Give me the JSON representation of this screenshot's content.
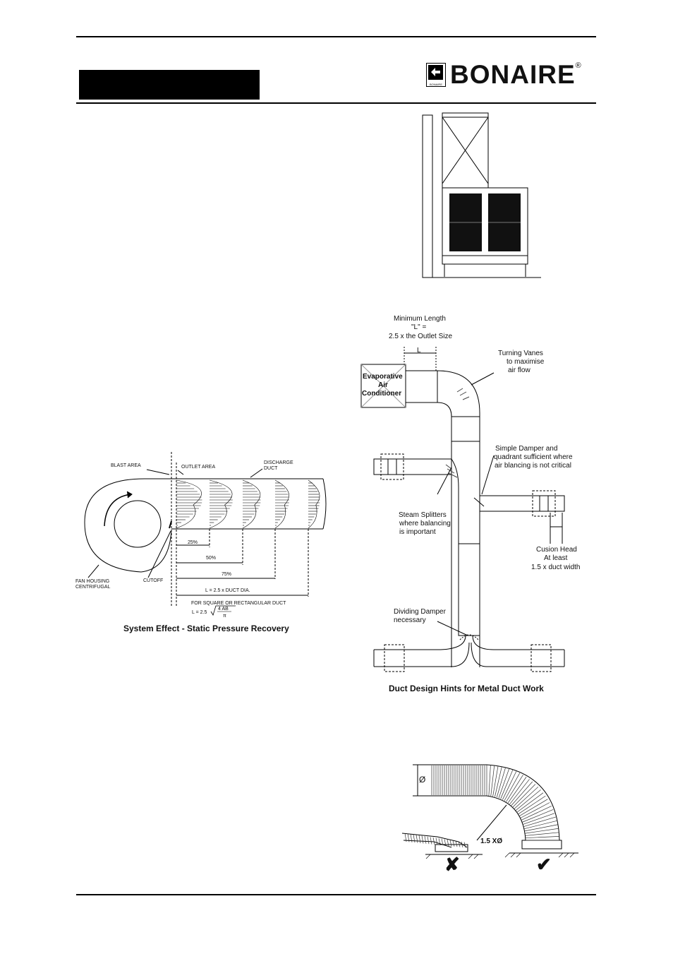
{
  "header": {
    "brand": "BONAIRE",
    "brand_mark_small": "BONAIRE",
    "registered": "®"
  },
  "duct_hints": {
    "min_length_1": "Minimum Length",
    "min_length_2": "\"L\" =",
    "min_length_3": "2.5 x the Outlet Size",
    "l_label": "L",
    "unit_1": "Evaporative",
    "unit_2": "Air",
    "unit_3": "Conditioner",
    "turning_1": "Turning Vanes",
    "turning_2": "to maximise",
    "turning_3": "air flow",
    "damper_1": "Simple Damper and",
    "damper_2": "quadrant sufficient where",
    "damper_3": "air blancing is not critical",
    "steam_1": "Steam Splitters",
    "steam_2": "where balancing",
    "steam_3": "is important",
    "cusion_1": "Cusion Head",
    "cusion_2": "At least",
    "cusion_3": "1.5 x duct width",
    "dividing_1": "Dividing Damper",
    "dividing_2": "necessary",
    "caption": "Duct Design Hints for Metal Duct Work"
  },
  "system_effect": {
    "blast_area": "BLAST AREA",
    "outlet_area": "OUTLET AREA",
    "discharge_1": "DISCHARGE",
    "discharge_2": "DUCT",
    "pct25": "25%",
    "pct50": "50%",
    "pct75": "75%",
    "l_dia": "L = 2.5 x DUCT DIA.",
    "square_note": "FOR SQUARE OR RECTANGULAR DUCT",
    "formula_prefix": "L = 2.5",
    "formula_num": "4 AB",
    "formula_den": "π",
    "fan_1": "FAN HOUSING",
    "fan_2": "CENTRIFUGAL",
    "cutoff": "CUTOFF",
    "caption": "System Effect - Static Pressure Recovery"
  },
  "flex_duct": {
    "diameter": "Ø",
    "bend": "1.5 XØ",
    "wrong": "✘",
    "right": "✔"
  }
}
